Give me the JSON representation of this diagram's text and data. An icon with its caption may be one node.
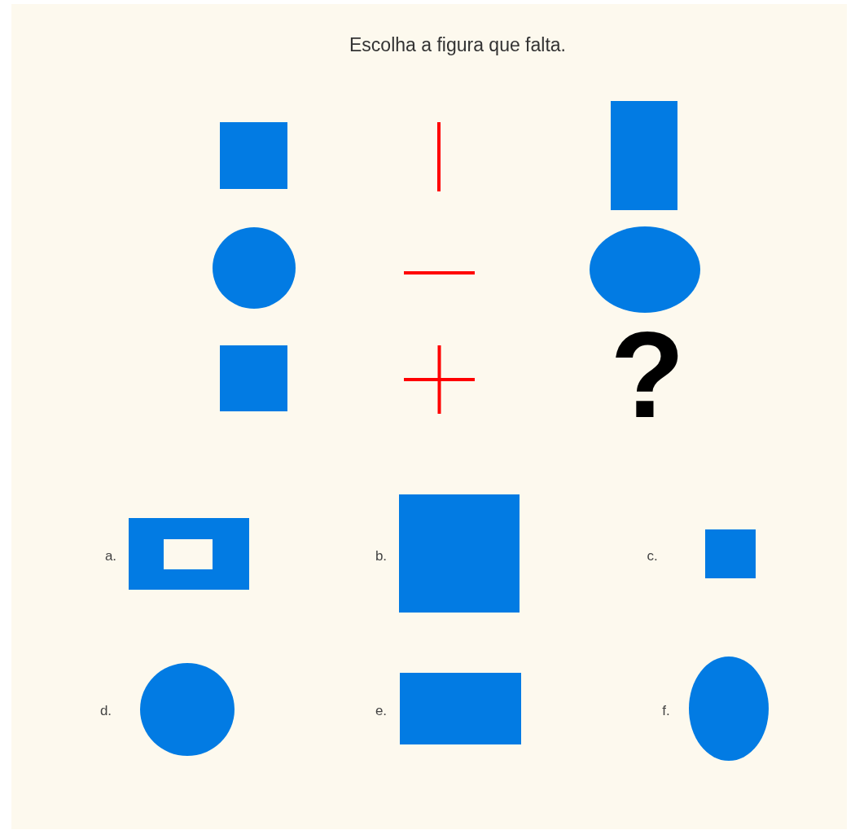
{
  "diagram": {
    "title": "Escolha a figura que falta.",
    "nodes": [
      {
        "text": [],
        "shape": "box"
      },
      {
        "text": [],
        "shape": "line"
      },
      {
        "text": [],
        "shape": "box"
      },
      {
        "text": [],
        "shape": "circle"
      },
      {
        "text": [],
        "shape": "line"
      },
      {
        "text": [],
        "shape": "ellipse"
      },
      {
        "text": [],
        "shape": "box"
      },
      {
        "text": [],
        "shape": "cross"
      },
      {
        "text": [],
        "shape": "frame",
        "beside": [
          "a."
        ]
      },
      {
        "text": [],
        "shape": "box",
        "beside": [
          "b."
        ]
      },
      {
        "text": [],
        "shape": "box",
        "beside": [
          "c."
        ]
      },
      {
        "text": [],
        "shape": "circle",
        "beside": [
          "d."
        ]
      },
      {
        "text": [],
        "shape": "box",
        "beside": [
          "e."
        ]
      },
      {
        "text": [],
        "shape": "ellipse",
        "beside": [
          "f."
        ]
      }
    ],
    "labels": [
      "?"
    ]
  }
}
